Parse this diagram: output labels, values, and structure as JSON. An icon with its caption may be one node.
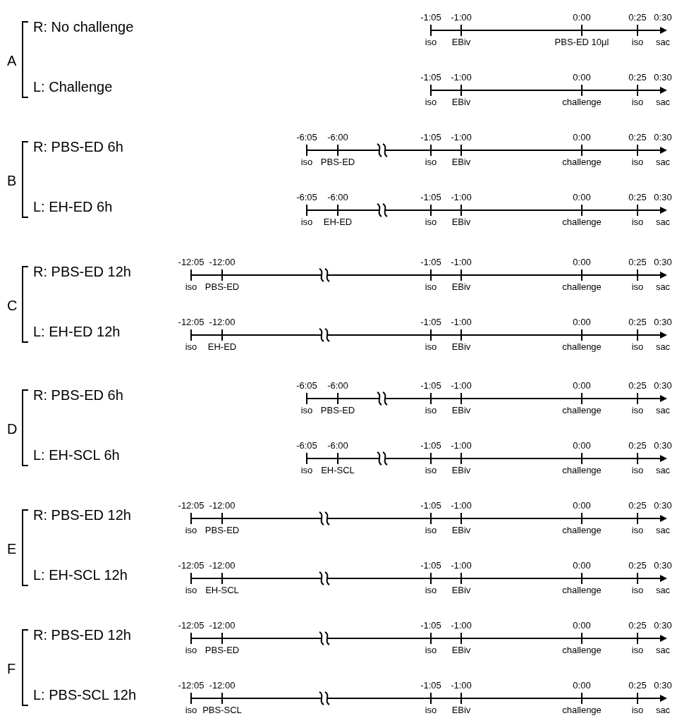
{
  "diagram": {
    "labels": [
      "A",
      "R: No challenge",
      "-1:05",
      "-1:00",
      "0:00",
      "0:25",
      "0:30",
      "iso",
      "EBiv",
      "PBS-ED 10µl",
      "iso",
      "sac",
      "L: Challenge",
      "-1:05",
      "-1:00",
      "0:00",
      "0:25",
      "0:30",
      "iso",
      "EBiv",
      "challenge",
      "iso",
      "sac",
      "B",
      "R: PBS-ED 6h",
      "-6:05",
      "-6:00",
      "-1:05",
      "-1:00",
      "0:00",
      "0:25",
      "0:30",
      "iso",
      "PBS-ED",
      "iso",
      "EBiv",
      "challenge",
      "iso",
      "sac",
      "L: EH-ED 6h",
      "-6:05",
      "-6:00",
      "-1:05",
      "-1:00",
      "0:00",
      "0:25",
      "0:30",
      "iso",
      "EH-ED",
      "iso",
      "EBiv",
      "challenge",
      "iso",
      "sac",
      "C",
      "R: PBS-ED 12h",
      "-12:05",
      "-12:00",
      "-1:05",
      "-1:00",
      "0:00",
      "0:25",
      "0:30",
      "iso",
      "PBS-ED",
      "iso",
      "EBiv",
      "challenge",
      "iso",
      "sac",
      "L: EH-ED 12h",
      "-12:05",
      "-12:00",
      "-1:05",
      "-1:00",
      "0:00",
      "0:25",
      "0:30",
      "iso",
      "EH-ED",
      "iso",
      "EBiv",
      "challenge",
      "iso",
      "sac",
      "D",
      "R: PBS-ED 6h",
      "-6:05",
      "-6:00",
      "-1:05",
      "-1:00",
      "0:00",
      "0:25",
      "0:30",
      "iso",
      "PBS-ED",
      "iso",
      "EBiv",
      "challenge",
      "iso",
      "sac",
      "L: EH-SCL 6h",
      "-6:05",
      "-6:00",
      "-1:05",
      "-1:00",
      "0:00",
      "0:25",
      "0:30",
      "iso",
      "EH-SCL",
      "iso",
      "EBiv",
      "challenge",
      "iso",
      "sac",
      "E",
      "R: PBS-ED 12h",
      "-12:05",
      "-12:00",
      "-1:05",
      "-1:00",
      "0:00",
      "0:25",
      "0:30",
      "iso",
      "PBS-ED",
      "iso",
      "EBiv",
      "challenge",
      "iso",
      "sac",
      "L: EH-SCL 12h",
      "-12:05",
      "-12:00",
      "-1:05",
      "-1:00",
      "0:00",
      "0:25",
      "0:30",
      "iso",
      "EH-SCL",
      "iso",
      "EBiv",
      "challenge",
      "iso",
      "sac",
      "F",
      "R: PBS-ED 12h",
      "-12:05",
      "-12:00",
      "-1:05",
      "-1:00",
      "0:00",
      "0:25",
      "0:30",
      "iso",
      "PBS-ED",
      "iso",
      "EBiv",
      "challenge",
      "iso",
      "sac",
      "L: PBS-SCL 12h",
      "-12:05",
      "-12:00",
      "-1:05",
      "-1:00",
      "0:00",
      "0:25",
      "0:30",
      "iso",
      "PBS-SCL",
      "iso",
      "EBiv",
      "challenge",
      "iso",
      "sac"
    ]
  }
}
